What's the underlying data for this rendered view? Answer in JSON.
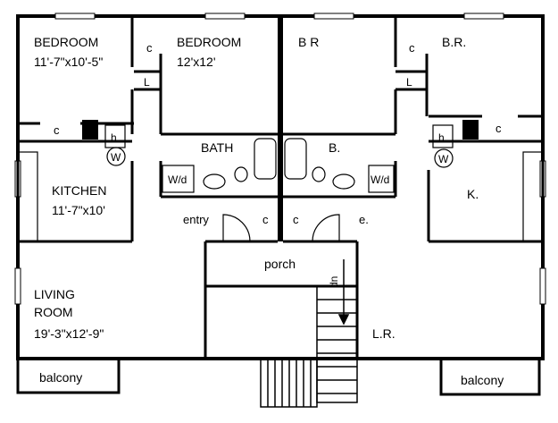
{
  "colors": {
    "ink": "#000000",
    "paper": "#ffffff"
  },
  "left_unit": {
    "bedroom1": {
      "name": "BEDROOM",
      "dims": "11'-7\"x10'-5\""
    },
    "bedroom2": {
      "name": "BEDROOM",
      "dims": "12'x12'"
    },
    "closet_bed1": "c",
    "closet_bed2": "c",
    "linen": "L",
    "heater": "h",
    "water_heater": "W",
    "bath": "BATH",
    "washer_dryer": "W/d",
    "kitchen": {
      "name": "KITCHEN",
      "dims": "11'-7\"x10'"
    },
    "entry": "entry",
    "entry_closet": "c",
    "living": {
      "name_line1": "LIVING",
      "name_line2": "ROOM",
      "dims": "19'-3\"x12'-9\""
    },
    "balcony": "balcony"
  },
  "right_unit": {
    "bedroom1": "B R",
    "bedroom2": "B.R.",
    "closet_bed1": "c",
    "closet_bed2": "c",
    "linen": "L",
    "heater": "h",
    "water_heater": "W",
    "bath": "B.",
    "washer_dryer": "W/d",
    "kitchen": "K.",
    "entry": "e.",
    "entry_closet": "c",
    "living": "L.R.",
    "balcony": "balcony"
  },
  "common": {
    "porch": "porch",
    "stair_direction": "dn"
  }
}
